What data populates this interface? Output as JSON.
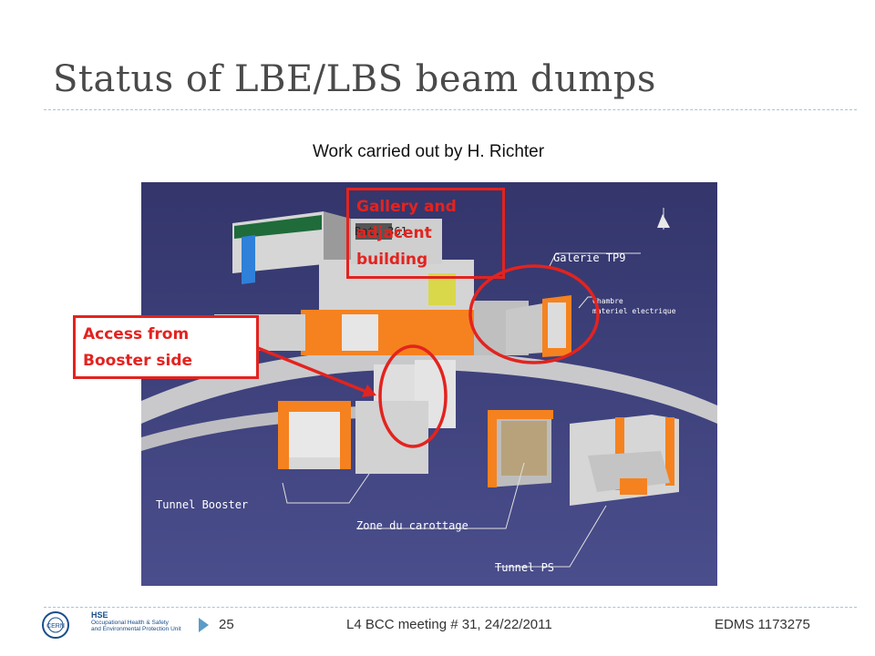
{
  "slide": {
    "title": "Status of LBE/LBS beam dumps",
    "subtitle": "Work carried out by H. Richter"
  },
  "image": {
    "callouts": {
      "gallery": "Gallery and\nadjacent\nbuilding",
      "booster": "Access from\nBooster side"
    },
    "labels": {
      "bat": "Bat. 361",
      "galerie": "Galerie TP9",
      "chambre": "Chambre",
      "materiel": "materiel electrique",
      "tunnel_booster": "Tunnel Booster",
      "zone": "Zone du carottage",
      "tunnel_ps": "Tunnel PS"
    }
  },
  "footer": {
    "hse_title": "HSE",
    "hse_line1": "Occupational Health & Safety",
    "hse_line2": "and Environmental Protection Unit",
    "page_number": "25",
    "meeting": "L4 BCC meeting # 31, 24/22/2011",
    "edms": "EDMS 1173275"
  },
  "colors": {
    "title": "#4a4a4a",
    "callout": "#e3231f",
    "cad_background": "#3d3f7a",
    "concrete_orange": "#f5821f",
    "rule": "#a9c4d6"
  }
}
